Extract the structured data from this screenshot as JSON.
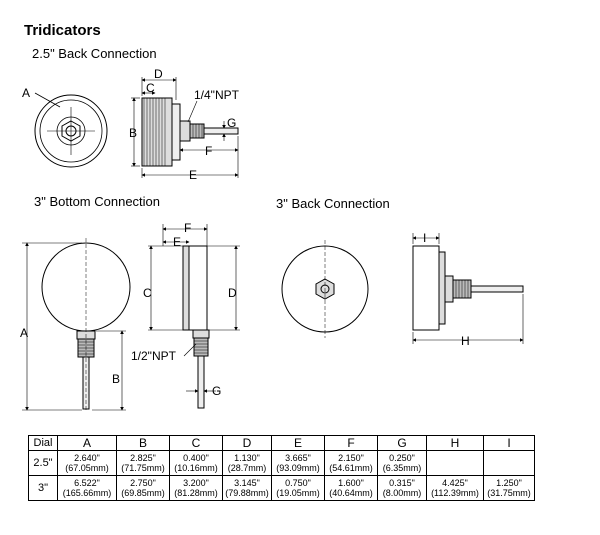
{
  "title": "Tridicators",
  "sections": {
    "back_25": "2.5\" Back Connection",
    "bottom_3": "3\" Bottom Connection",
    "back_3": "3\" Back Connection"
  },
  "labels": {
    "A": "A",
    "B": "B",
    "C": "C",
    "D": "D",
    "E": "E",
    "F": "F",
    "G": "G",
    "H": "H",
    "I": "I",
    "npt_quarter": "1/4\"NPT",
    "npt_half": "1/2\"NPT"
  },
  "table": {
    "headers": [
      "Dial",
      "A",
      "B",
      "C",
      "D",
      "E",
      "F",
      "G",
      "H",
      "I"
    ],
    "rows": [
      {
        "dial": "2.5\"",
        "cells": [
          [
            "2.640\"",
            "(67.05mm)"
          ],
          [
            "2.825\"",
            "(71.75mm)"
          ],
          [
            "0.400\"",
            "(10.16mm)"
          ],
          [
            "1.130\"",
            "(28.7mm)"
          ],
          [
            "3.665\"",
            "(93.09mm)"
          ],
          [
            "2.150\"",
            "(54.61mm)"
          ],
          [
            "0.250\"",
            "(6.35mm)"
          ],
          [
            "",
            ""
          ],
          [
            "",
            ""
          ]
        ]
      },
      {
        "dial": "3\"",
        "cells": [
          [
            "6.522\"",
            "(165.66mm)"
          ],
          [
            "2.750\"",
            "(69.85mm)"
          ],
          [
            "3.200\"",
            "(81.28mm)"
          ],
          [
            "3.145\"",
            "(79.88mm)"
          ],
          [
            "0.750\"",
            "(19.05mm)"
          ],
          [
            "1.600\"",
            "(40.64mm)"
          ],
          [
            "0.315\"",
            "(8.00mm)"
          ],
          [
            "4.425\"",
            "(112.39mm)"
          ],
          [
            "1.250\"",
            "(31.75mm)"
          ]
        ]
      }
    ]
  }
}
